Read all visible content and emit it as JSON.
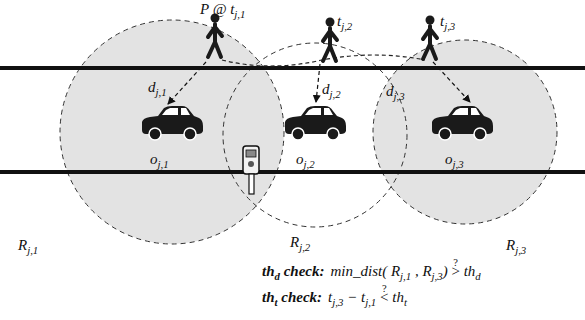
{
  "diagram": {
    "labels": [
      "P @ tj,1",
      "tj,2",
      "tj,3",
      "dj,1",
      "dj,2",
      "dj,3",
      "oj,1",
      "oj,2",
      "oj,3",
      "Rj,1",
      "Rj,2",
      "Rj,3",
      "thd check:",
      "min_dist( Rj,1 , Rj,3) >? thd",
      "tht check:",
      "tj,3 − tj,1 <? tht"
    ]
  }
}
